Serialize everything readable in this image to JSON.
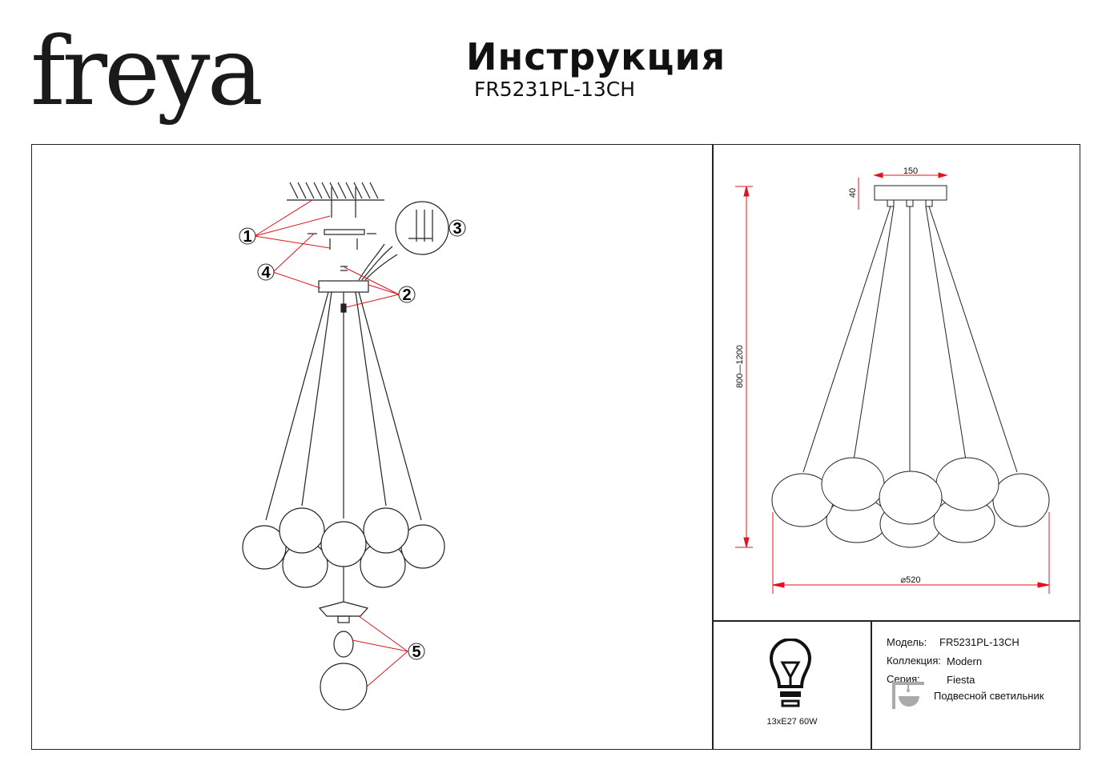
{
  "header": {
    "logo": "freya",
    "title": "Инструкция",
    "model": "FR5231PL-13CH"
  },
  "assembly": {
    "callouts": [
      "1",
      "2",
      "3",
      "4",
      "5"
    ]
  },
  "dimensions": {
    "width_top": "150",
    "height_top": "40",
    "height_range": "800—1200",
    "diameter": "⌀520"
  },
  "colors": {
    "dimension": "#e0141e",
    "lines": "#222222"
  },
  "lamp": {
    "icon": "bulb-icon",
    "spec": "13xE27 60W"
  },
  "info": {
    "model_label": "Модель:",
    "model_value": "FR5231PL-13CH",
    "collection_label": "Коллекция:",
    "collection_value": "Modern",
    "series_label": "Серия:",
    "series_value": "Fiesta",
    "type_icon": "pendant-lamp-icon",
    "type_value": "Подвесной светильник"
  }
}
